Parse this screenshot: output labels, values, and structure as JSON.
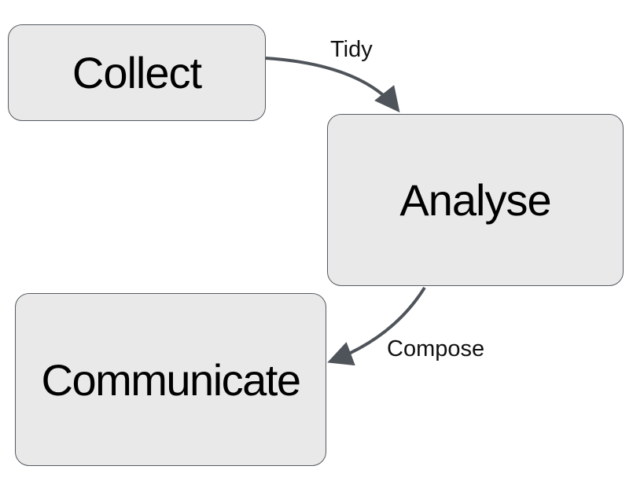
{
  "diagram": {
    "nodes": [
      {
        "id": "collect",
        "label": "Collect"
      },
      {
        "id": "analyse",
        "label": "Analyse"
      },
      {
        "id": "communicate",
        "label": "Communicate"
      }
    ],
    "edges": [
      {
        "from": "collect",
        "to": "analyse",
        "label": "Tidy"
      },
      {
        "from": "analyse",
        "to": "communicate",
        "label": "Compose"
      }
    ],
    "colors": {
      "node_fill": "#e9e9e9",
      "node_border": "#555a60",
      "arrow": "#4f545a",
      "text": "#000000"
    }
  }
}
